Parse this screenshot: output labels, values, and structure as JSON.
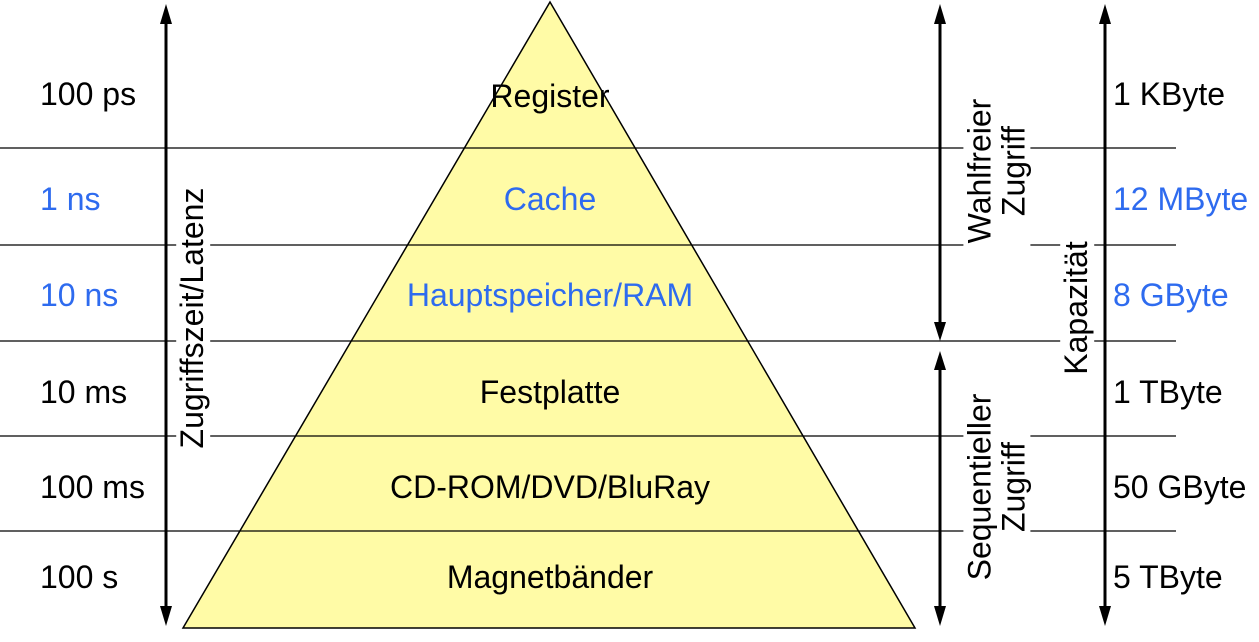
{
  "levels": [
    {
      "name": "Register",
      "access_time": "100 ps",
      "capacity": "1 KByte",
      "text_color": "#000000"
    },
    {
      "name": "Cache",
      "access_time": "1 ns",
      "capacity": "12 MByte",
      "text_color": "#2E6BEF"
    },
    {
      "name": "Hauptspeicher/RAM",
      "access_time": "10 ns",
      "capacity": "8 GByte",
      "text_color": "#2E6BEF"
    },
    {
      "name": "Festplatte",
      "access_time": "10 ms",
      "capacity": "1 TByte",
      "text_color": "#000000"
    },
    {
      "name": "CD-ROM/DVD/BluRay",
      "access_time": "100 ms",
      "capacity": "50 GByte",
      "text_color": "#000000"
    },
    {
      "name": "Magnetbänder",
      "access_time": "100 s",
      "capacity": "5 TByte",
      "text_color": "#000000"
    }
  ],
  "axes": {
    "latency": {
      "label": "Zugriffszeit/Latenz"
    },
    "random_access": {
      "lines": [
        "Wahlfreier",
        "Zugriff"
      ]
    },
    "sequential_access": {
      "lines": [
        "Sequentieller",
        "Zugriff"
      ]
    },
    "capacity": {
      "label": "Kapazität"
    }
  },
  "colors": {
    "pyramid_fill": "#FFFBA6",
    "pyramid_stroke": "#000000",
    "accent_blue": "#2E6BEF",
    "line_color": "#000000"
  }
}
